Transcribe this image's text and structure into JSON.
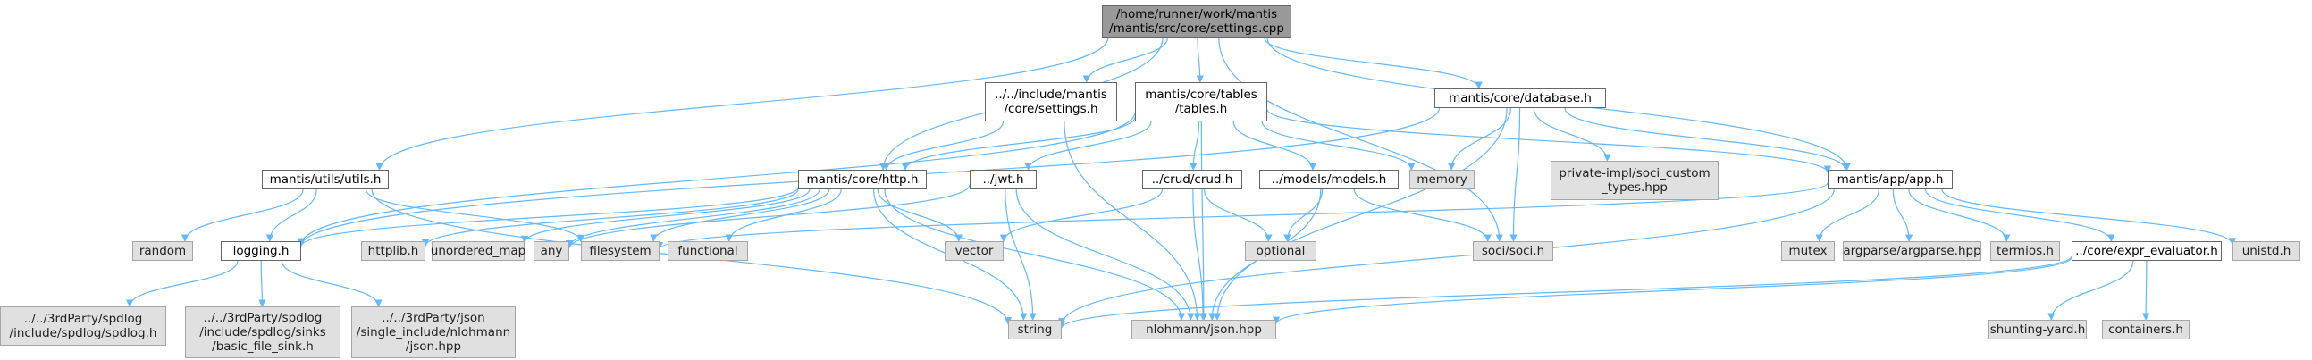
{
  "graph": {
    "edge_color": "#63b8ff",
    "nodes": [
      {
        "id": "settings_cpp",
        "label": "/home/runner/work/mantis\n/mantis/src/core/settings.cpp",
        "kind": "root"
      },
      {
        "id": "include_settings",
        "label": "../../include/mantis\n/core/settings.h",
        "kind": "file"
      },
      {
        "id": "tables",
        "label": "mantis/core/tables\n/tables.h",
        "kind": "file"
      },
      {
        "id": "database",
        "label": "mantis/core/database.h",
        "kind": "file"
      },
      {
        "id": "utils",
        "label": "mantis/utils/utils.h",
        "kind": "file"
      },
      {
        "id": "http",
        "label": "mantis/core/http.h",
        "kind": "file"
      },
      {
        "id": "jwt",
        "label": "../jwt.h",
        "kind": "file"
      },
      {
        "id": "crud",
        "label": "../crud/crud.h",
        "kind": "file"
      },
      {
        "id": "models",
        "label": "../models/models.h",
        "kind": "file"
      },
      {
        "id": "memory",
        "label": "memory",
        "kind": "system"
      },
      {
        "id": "soci_types",
        "label": "private-impl/soci_custom\n_types.hpp",
        "kind": "system"
      },
      {
        "id": "app",
        "label": "mantis/app/app.h",
        "kind": "file"
      },
      {
        "id": "random",
        "label": "random",
        "kind": "system"
      },
      {
        "id": "logging",
        "label": "logging.h",
        "kind": "file"
      },
      {
        "id": "httplib",
        "label": "httplib.h",
        "kind": "system"
      },
      {
        "id": "unordered_map",
        "label": "unordered_map",
        "kind": "system"
      },
      {
        "id": "any",
        "label": "any",
        "kind": "system"
      },
      {
        "id": "filesystem",
        "label": "filesystem",
        "kind": "system"
      },
      {
        "id": "functional",
        "label": "functional",
        "kind": "system"
      },
      {
        "id": "vector",
        "label": "vector",
        "kind": "system"
      },
      {
        "id": "optional",
        "label": "optional",
        "kind": "system"
      },
      {
        "id": "soci",
        "label": "soci/soci.h",
        "kind": "system"
      },
      {
        "id": "mutex",
        "label": "mutex",
        "kind": "system"
      },
      {
        "id": "argparse",
        "label": "argparse/argparse.hpp",
        "kind": "system"
      },
      {
        "id": "termios",
        "label": "termios.h",
        "kind": "system"
      },
      {
        "id": "expr",
        "label": "../core/expr_evaluator.h",
        "kind": "file"
      },
      {
        "id": "unistd",
        "label": "unistd.h",
        "kind": "system"
      },
      {
        "id": "spdlog",
        "label": "../../3rdParty/spdlog\n/include/spdlog/spdlog.h",
        "kind": "system"
      },
      {
        "id": "sinks",
        "label": "../../3rdParty/spdlog\n/include/spdlog/sinks\n/basic_file_sink.h",
        "kind": "system"
      },
      {
        "id": "json3rd",
        "label": "../../3rdParty/json\n/single_include/nlohmann\n/json.hpp",
        "kind": "system"
      },
      {
        "id": "string",
        "label": "string",
        "kind": "system"
      },
      {
        "id": "nlohmann",
        "label": "nlohmann/json.hpp",
        "kind": "system"
      },
      {
        "id": "shunting",
        "label": "shunting-yard.h",
        "kind": "system"
      },
      {
        "id": "containers",
        "label": "containers.h",
        "kind": "system"
      }
    ],
    "edges": [
      [
        "settings_cpp",
        "include_settings"
      ],
      [
        "settings_cpp",
        "tables"
      ],
      [
        "settings_cpp",
        "database"
      ],
      [
        "settings_cpp",
        "utils"
      ],
      [
        "settings_cpp",
        "http"
      ],
      [
        "settings_cpp",
        "app"
      ],
      [
        "settings_cpp",
        "soci"
      ],
      [
        "include_settings",
        "http"
      ],
      [
        "include_settings",
        "nlohmann"
      ],
      [
        "tables",
        "http"
      ],
      [
        "tables",
        "jwt"
      ],
      [
        "tables",
        "crud"
      ],
      [
        "tables",
        "models"
      ],
      [
        "tables",
        "memory"
      ],
      [
        "tables",
        "app"
      ],
      [
        "tables",
        "nlohmann"
      ],
      [
        "tables",
        "logging"
      ],
      [
        "database",
        "memory"
      ],
      [
        "database",
        "soci_types"
      ],
      [
        "database",
        "soci"
      ],
      [
        "database",
        "app"
      ],
      [
        "database",
        "logging"
      ],
      [
        "database",
        "nlohmann"
      ],
      [
        "utils",
        "random"
      ],
      [
        "utils",
        "logging"
      ],
      [
        "utils",
        "filesystem"
      ],
      [
        "utils",
        "string"
      ],
      [
        "http",
        "logging"
      ],
      [
        "http",
        "httplib"
      ],
      [
        "http",
        "unordered_map"
      ],
      [
        "http",
        "any"
      ],
      [
        "http",
        "filesystem"
      ],
      [
        "http",
        "functional"
      ],
      [
        "http",
        "vector"
      ],
      [
        "http",
        "string"
      ],
      [
        "http",
        "nlohmann"
      ],
      [
        "jwt",
        "any"
      ],
      [
        "jwt",
        "string"
      ],
      [
        "jwt",
        "nlohmann"
      ],
      [
        "crud",
        "vector"
      ],
      [
        "crud",
        "optional"
      ],
      [
        "crud",
        "nlohmann"
      ],
      [
        "models",
        "optional"
      ],
      [
        "models",
        "soci"
      ],
      [
        "models",
        "nlohmann"
      ],
      [
        "app",
        "mutex"
      ],
      [
        "app",
        "argparse"
      ],
      [
        "app",
        "termios"
      ],
      [
        "app",
        "expr"
      ],
      [
        "app",
        "unistd"
      ],
      [
        "app",
        "filesystem"
      ],
      [
        "app",
        "string"
      ],
      [
        "logging",
        "spdlog"
      ],
      [
        "logging",
        "sinks"
      ],
      [
        "logging",
        "json3rd"
      ],
      [
        "expr",
        "string"
      ],
      [
        "expr",
        "nlohmann"
      ],
      [
        "expr",
        "shunting"
      ],
      [
        "expr",
        "containers"
      ]
    ]
  }
}
